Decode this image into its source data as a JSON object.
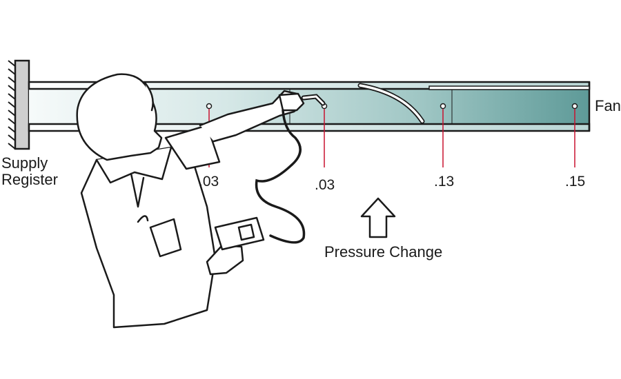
{
  "labels": {
    "supply_line1": "Supply",
    "supply_line2": "Register",
    "fan": "Fan",
    "pressure_change": "Pressure Change"
  },
  "readings": [
    {
      "value": ".03"
    },
    {
      "value": ".03"
    },
    {
      "value": ".13"
    },
    {
      "value": ".15"
    }
  ],
  "colors": {
    "duct_light": "#f4f9f9",
    "duct_dark": "#5e9a98",
    "leader": "#c8102e",
    "outline": "#1a1a1a",
    "wall": "#cfcfcf"
  }
}
